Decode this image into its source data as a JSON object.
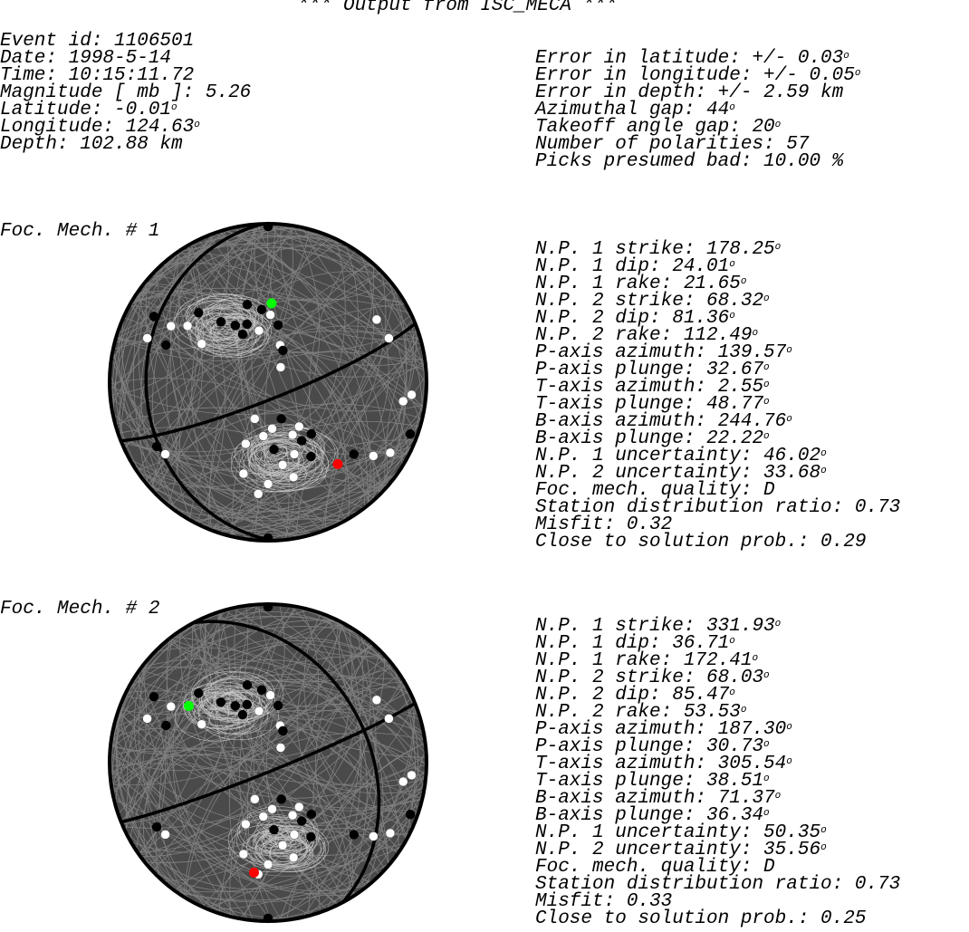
{
  "header": {
    "title": "*** Output from ISC_MECA ***"
  },
  "event": {
    "lines": [
      "Event id: 1106501",
      "Date: 1998-5-14",
      "Time: 10:15:11.72",
      "Magnitude [ mb ]: 5.26",
      "Latitude: -0.01°",
      "Longitude: 124.63°",
      "Depth: 102.88 km"
    ]
  },
  "errors": {
    "lines": [
      "Error in latitude: +/- 0.03°",
      "Error in longitude: +/- 0.05°",
      "Error in depth: +/- 2.59 km",
      "Azimuthal gap: 44°",
      "Takeoff angle gap: 20°",
      "Number of polarities: 57",
      "Picks presumed bad: 10.00 %"
    ]
  },
  "colors": {
    "sphere_fill": "#4a4a4a",
    "ray_lines": "#8a8a8a",
    "compression": "#000000",
    "dilatation": "#ffffff",
    "p_axis": "#ff0000",
    "t_axis": "#00ff00"
  },
  "mechanisms": [
    {
      "label": "Foc. Mech. # 1",
      "params": [
        "N.P. 1 strike: 178.25°",
        "N.P. 1 dip: 24.01°",
        "N.P. 1 rake: 21.65°",
        "N.P. 2 strike: 68.32°",
        "N.P. 2 dip: 81.36°",
        "N.P. 2 rake: 112.49°",
        "P-axis azimuth: 139.57°",
        "P-axis plunge: 32.67°",
        "T-axis azimuth: 2.55°",
        "T-axis plunge: 48.77°",
        "B-axis azimuth: 244.76°",
        "B-axis plunge: 22.22°",
        "N.P. 1 uncertainty: 46.02°",
        "N.P. 2 uncertainty: 33.68°",
        "Foc. mech. quality: D",
        "Station distribution ratio: 0.73",
        "Misfit: 0.32",
        "Close to solution prob.: 0.29"
      ]
    },
    {
      "label": "Foc. Mech. # 2",
      "params": [
        "N.P. 1 strike: 331.93°",
        "N.P. 1 dip: 36.71°",
        "N.P. 1 rake: 172.41°",
        "N.P. 2 strike: 68.03°",
        "N.P. 2 dip: 85.47°",
        "N.P. 2 rake: 53.53°",
        "P-axis azimuth: 187.30°",
        "P-axis plunge: 30.73°",
        "T-axis azimuth: 305.54°",
        "T-axis plunge: 38.51°",
        "B-axis azimuth: 71.37°",
        "B-axis plunge: 36.34°",
        "N.P. 1 uncertainty: 50.35°",
        "N.P. 2 uncertainty: 35.56°",
        "Foc. mech. quality: D",
        "Station distribution ratio: 0.73",
        "Misfit: 0.33",
        "Close to solution prob.: 0.25"
      ]
    }
  ]
}
